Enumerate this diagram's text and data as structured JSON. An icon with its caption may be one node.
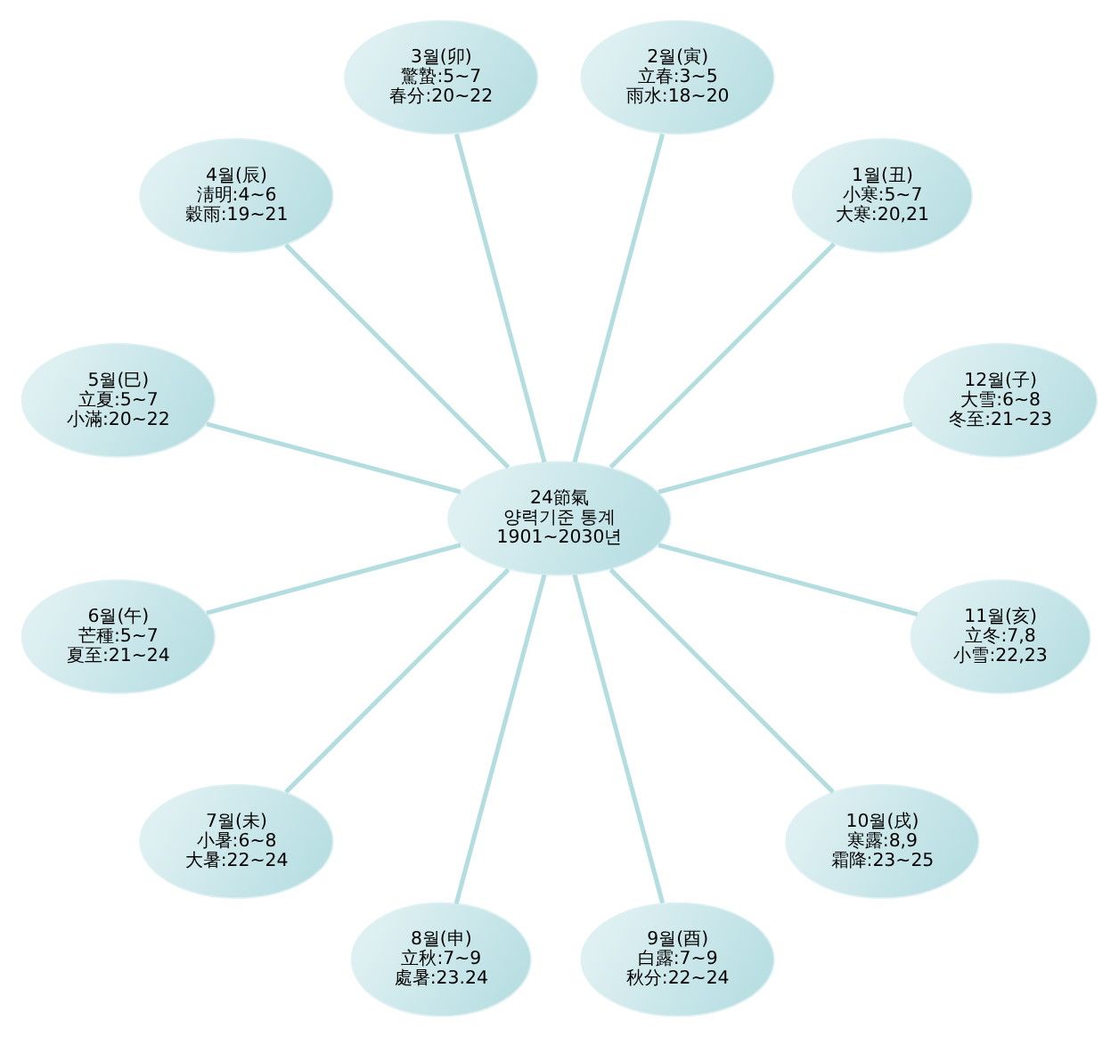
{
  "diagram": {
    "nodes": [
      {
        "text": [
          "24節氣",
          "양력기준 통계",
          "1901~2030년"
        ]
      },
      {
        "text": [
          "12월(子)",
          "大雪:6~8",
          "冬至:21~23"
        ]
      },
      {
        "text": [
          "1월(丑)",
          "小寒:5~7",
          "大寒:20,21"
        ]
      },
      {
        "text": [
          "2월(寅)",
          "立春:3~5",
          "雨水:18~20"
        ]
      },
      {
        "text": [
          "3월(卯)",
          "驚蟄:5~7",
          "春分:20~22"
        ]
      },
      {
        "text": [
          "4월(辰)",
          "淸明:4~6",
          "穀雨:19~21"
        ]
      },
      {
        "text": [
          "5월(巳)",
          "立夏:5~7",
          "小滿:20~22"
        ]
      },
      {
        "text": [
          "6월(午)",
          "芒種:5~7",
          "夏至:21~24"
        ]
      },
      {
        "text": [
          "7월(未)",
          "小暑:6~8",
          "大暑:22~24"
        ]
      },
      {
        "text": [
          "8월(申)",
          "立秋:7~9",
          "處暑:23.24"
        ]
      },
      {
        "text": [
          "9월(酉)",
          "白露:7~9",
          "秋分:22~24"
        ]
      },
      {
        "text": [
          "10월(戌)",
          "寒露:8,9",
          "霜降:23~25"
        ]
      },
      {
        "text": [
          "11월(亥)",
          "立冬:7,8",
          "小雪:22,23"
        ]
      }
    ],
    "edges": [
      {
        "from": 0,
        "to": 1,
        "arrow": "none"
      },
      {
        "from": 0,
        "to": 2,
        "arrow": "none"
      },
      {
        "from": 0,
        "to": 3,
        "arrow": "none"
      },
      {
        "from": 0,
        "to": 4,
        "arrow": "none"
      },
      {
        "from": 0,
        "to": 5,
        "arrow": "none"
      },
      {
        "from": 0,
        "to": 6,
        "arrow": "none"
      },
      {
        "from": 0,
        "to": 7,
        "arrow": "none"
      },
      {
        "from": 0,
        "to": 8,
        "arrow": "none"
      },
      {
        "from": 0,
        "to": 9,
        "arrow": "none"
      },
      {
        "from": 0,
        "to": 10,
        "arrow": "none"
      },
      {
        "from": 0,
        "to": 11,
        "arrow": "none"
      },
      {
        "from": 0,
        "to": 12,
        "arrow": "none"
      }
    ]
  }
}
